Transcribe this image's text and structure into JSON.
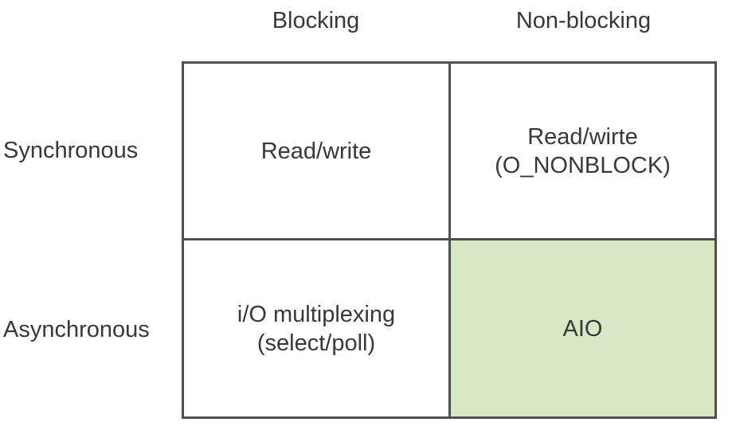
{
  "matrix": {
    "title": "io-model-quadrant-diagram",
    "col_headers": [
      {
        "label": "Blocking"
      },
      {
        "label": "Non-blocking"
      }
    ],
    "row_headers": [
      {
        "label": "Synchronous"
      },
      {
        "label": "Asynchronous"
      }
    ],
    "cells": [
      {
        "row": "Synchronous",
        "col": "Blocking",
        "lines": [
          "Read/write"
        ]
      },
      {
        "row": "Synchronous",
        "col": "Non-blocking",
        "lines": [
          "Read/wirte",
          "(O_NONBLOCK)"
        ]
      },
      {
        "row": "Asynchronous",
        "col": "Blocking",
        "lines": [
          "i/O multiplexing",
          "(select/poll)"
        ]
      },
      {
        "row": "Asynchronous",
        "col": "Non-blocking",
        "lines": [
          "AIO"
        ],
        "highlighted": true
      }
    ],
    "colors": {
      "highlight_bg": "#d6e8c5",
      "border": "#4f4f4f",
      "text": "#383838",
      "background": "#ffffff"
    }
  }
}
